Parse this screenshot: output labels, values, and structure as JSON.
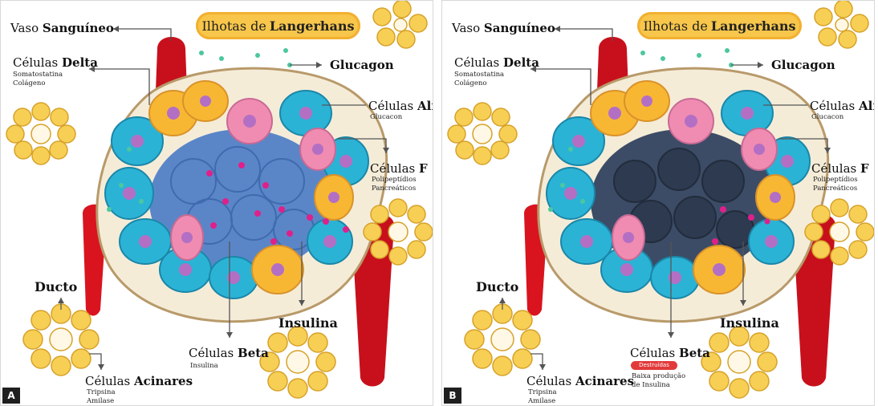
{
  "panels": [
    {
      "letter": "A",
      "title_a": "Ilhotas de",
      "title_b": "Langerhans",
      "labels": {
        "vaso_a": "Vaso",
        "vaso_b": "Sanguíneo",
        "delta_a": "Células",
        "delta_b": "Delta",
        "delta_sub1": "Somatostatina",
        "delta_sub2": "Colágeno",
        "glucagon": "Glucagon",
        "alfa_a": "Células",
        "alfa_b": "Alfa",
        "alfa_sub": "Glucacon",
        "f_a": "Células",
        "f_b": "F",
        "f_sub1": "Polipeptídios",
        "f_sub2": "Pancreáticos",
        "ducto": "Ducto",
        "insulina": "Insulina",
        "beta_a": "Células",
        "beta_b": "Beta",
        "beta_sub": "Insulina",
        "acinares_a": "Células",
        "acinares_b": "Acinares",
        "acinares_sub1": "Tripsina",
        "acinares_sub2": "Amilase"
      }
    },
    {
      "letter": "B",
      "title_a": "Ilhotas de",
      "title_b": "Langerhans",
      "labels": {
        "vaso_a": "Vaso",
        "vaso_b": "Sanguíneo",
        "delta_a": "Células",
        "delta_b": "Delta",
        "delta_sub1": "Somatostatina",
        "delta_sub2": "Colágeno",
        "glucagon": "Glucagon",
        "alfa_a": "Células",
        "alfa_b": "Alfa",
        "alfa_sub": "Glucacon",
        "f_a": "Células",
        "f_b": "F",
        "f_sub1": "Polipeptídios",
        "f_sub2": "Pancreáticos",
        "ducto": "Ducto",
        "insulina": "Insulina",
        "beta_a": "Células",
        "beta_b": "Beta",
        "destroyed": "Destruídas",
        "beta_sub1": "Baixa produção",
        "beta_sub2": "de Insulina",
        "acinares_a": "Células",
        "acinares_b": "Acinares",
        "acinares_sub1": "Tripsina",
        "acinares_sub2": "Amilase"
      }
    }
  ],
  "colors": {
    "alfa_cell": "#2bb3d6",
    "beta_cell": "#5a86c8",
    "beta_destroyed": "#3c4c66",
    "delta_cell": "#f8b733",
    "f_cell": "#f08cb2",
    "nucleus": "#b36fc4",
    "insulin_granule": "#e0208a",
    "glucagon_granule": "#4cc7a0",
    "vessel": "#c8101c",
    "capsule": "#f5ecd8",
    "title_pill": "#f7c64a",
    "destroyed_pill": "#e23a3a"
  }
}
